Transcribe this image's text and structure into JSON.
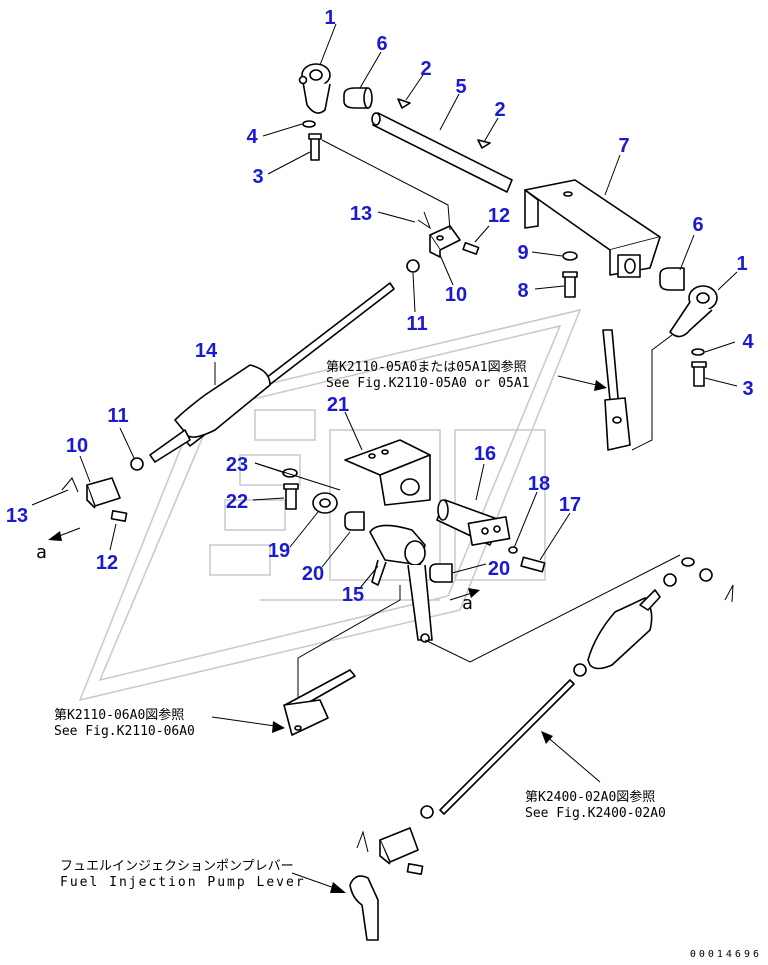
{
  "callouts": [
    {
      "n": "1"
    },
    {
      "n": "6"
    },
    {
      "n": "2"
    },
    {
      "n": "5"
    },
    {
      "n": "2"
    },
    {
      "n": "4"
    },
    {
      "n": "3"
    },
    {
      "n": "7"
    },
    {
      "n": "13"
    },
    {
      "n": "12"
    },
    {
      "n": "6"
    },
    {
      "n": "9"
    },
    {
      "n": "10"
    },
    {
      "n": "1"
    },
    {
      "n": "8"
    },
    {
      "n": "11"
    },
    {
      "n": "4"
    },
    {
      "n": "14"
    },
    {
      "n": "3"
    },
    {
      "n": "21"
    },
    {
      "n": "11"
    },
    {
      "n": "10"
    },
    {
      "n": "16"
    },
    {
      "n": "23"
    },
    {
      "n": "18"
    },
    {
      "n": "22"
    },
    {
      "n": "17"
    },
    {
      "n": "13"
    },
    {
      "n": "19"
    },
    {
      "n": "12"
    },
    {
      "n": "20"
    },
    {
      "n": "20"
    },
    {
      "n": "15"
    }
  ],
  "arrow_tags": [
    {
      "t": "a"
    },
    {
      "t": "a"
    }
  ],
  "references": [
    {
      "jp": "第K2110-05A0または05A1図参照",
      "en": "See Fig.K2110-05A0 or 05A1"
    },
    {
      "jp": "第K2110-06A0図参照",
      "en": "See Fig.K2110-06A0"
    },
    {
      "jp": "第K2400-02A0図参照",
      "en": "See Fig.K2400-02A0"
    },
    {
      "jp": "フュエルインジェクションポンプレバー",
      "en": "Fuel Injection Pump Lever"
    }
  ],
  "drawing_number": "00014696"
}
